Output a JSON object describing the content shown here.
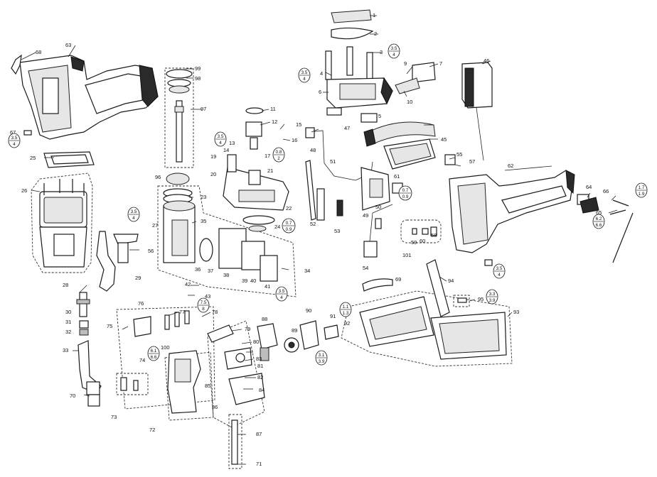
{
  "part_numbers": [
    "1",
    "2",
    "3",
    "4",
    "5",
    "6",
    "7",
    "9",
    "10",
    "11",
    "12",
    "13",
    "14",
    "15",
    "16",
    "17",
    "19",
    "20",
    "21",
    "22",
    "23",
    "24",
    "25",
    "26",
    "27",
    "28",
    "29",
    "30",
    "31",
    "32",
    "33",
    "34",
    "35",
    "36",
    "37",
    "38",
    "39",
    "40",
    "41",
    "42",
    "43",
    "45",
    "46",
    "47",
    "48",
    "49",
    "50",
    "51",
    "52",
    "53",
    "54",
    "55",
    "56",
    "57",
    "58",
    "59",
    "60",
    "61",
    "62",
    "63",
    "64",
    "65",
    "66",
    "67",
    "68",
    "69",
    "70",
    "71",
    "72",
    "73",
    "74",
    "75",
    "76",
    "77",
    "78",
    "79",
    "80",
    "81",
    "82",
    "83",
    "84",
    "85",
    "86",
    "87",
    "88",
    "89",
    "90",
    "91",
    "92",
    "93",
    "94",
    "95",
    "96",
    "97",
    "98",
    "99",
    "100",
    "101"
  ],
  "torque_specs": [
    {
      "top": "3.5",
      "bottom": "4"
    },
    {
      "top": "0.8",
      "bottom": "2"
    },
    {
      "top": "0.7",
      "bottom": "0.9"
    },
    {
      "top": "7.5",
      "bottom": "8"
    },
    {
      "top": "6.1",
      "bottom": "6.6"
    },
    {
      "top": "1.1",
      "bottom": "1.3"
    },
    {
      "top": "3.1",
      "bottom": "3.9"
    },
    {
      "top": "3.3",
      "bottom": "3.9"
    },
    {
      "top": "1.7",
      "bottom": "1.9"
    },
    {
      "top": "6.2",
      "bottom": "6.6"
    }
  ],
  "colors": {
    "line": "#1a1a1a",
    "background": "#ffffff"
  }
}
